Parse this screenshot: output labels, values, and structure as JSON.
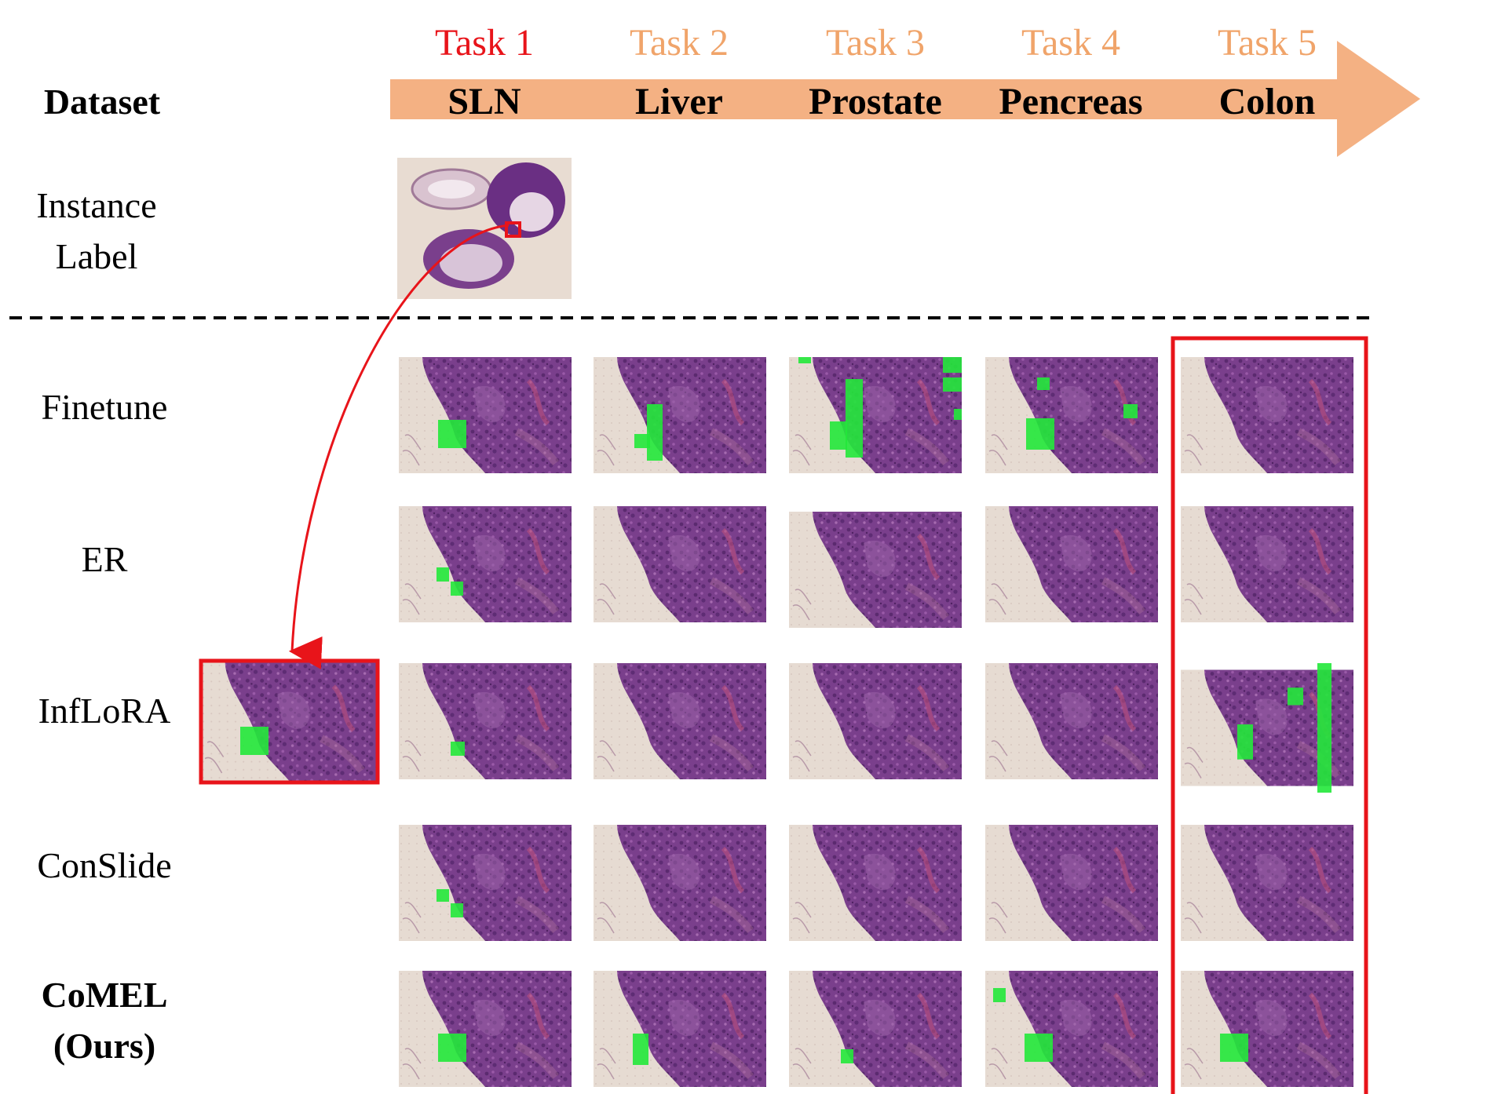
{
  "header": {
    "dataset_label": "Dataset",
    "tasks": [
      {
        "task": "Task 1",
        "dataset": "SLN",
        "task_color": "#e8141a"
      },
      {
        "task": "Task 2",
        "dataset": "Liver",
        "task_color": "#f0a46a"
      },
      {
        "task": "Task 3",
        "dataset": "Prostate",
        "task_color": "#f0a46a"
      },
      {
        "task": "Task 4",
        "dataset": "Pencreas",
        "task_color": "#f0a46a"
      },
      {
        "task": "Task 5",
        "dataset": "Colon",
        "task_color": "#f0a46a"
      }
    ]
  },
  "instance_label": {
    "line1": "Instance",
    "line2": "Label"
  },
  "methods": [
    {
      "label": "Finetune",
      "bold": false
    },
    {
      "label": "ER",
      "bold": false
    },
    {
      "label": "InfLoRA",
      "bold": false
    },
    {
      "label": "ConSlide",
      "bold": false
    },
    {
      "label": "CoMEL",
      "label2": "(Ours)",
      "bold": true
    }
  ],
  "colors": {
    "arrow": "#f4b183",
    "highlight": "#e8141a",
    "attention_patch": "#22e83a",
    "tissue": "#7a3f8c",
    "background_slide": "#e8dcd2"
  }
}
